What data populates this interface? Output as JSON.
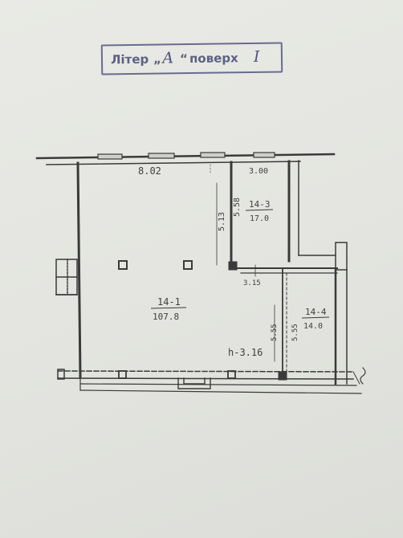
{
  "stamp": {
    "litera_label": "Літер",
    "open_quote": "„",
    "litera_value": "А",
    "close_quote": "“",
    "floor_label": "поверх",
    "floor_value": "I"
  },
  "dimensions": {
    "top_main": "8.02",
    "top_room3": "3.00",
    "room3_height_a": "5.13",
    "room3_height_b": "5.58",
    "corridor_width": "3.15",
    "room4_height_a": "5.55",
    "room4_height_b": "5.55",
    "ceiling_height": "h-3.16"
  },
  "rooms": [
    {
      "id": "14-1",
      "area": "107.8"
    },
    {
      "id": "14-3",
      "area": "17.0"
    },
    {
      "id": "14-4",
      "area": "14.0"
    }
  ],
  "colors": {
    "ink": "#3a3a3a",
    "stamp": "#4e5379",
    "paper": "#e6e7e2"
  }
}
